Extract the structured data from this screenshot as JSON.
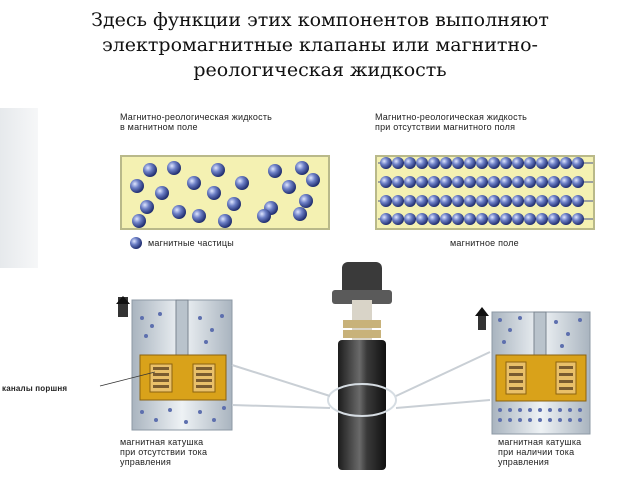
{
  "title": {
    "line1": "Здесь функции этих компонентов выполняют",
    "line2": "электромагнитные клапаны или магнитно-",
    "line3": "реологическая жидкость"
  },
  "labels": {
    "mrf_in_field_line1": "Магнитно-реологическая жидкость",
    "mrf_in_field_line2": "в магнитном поле",
    "mrf_no_field_line1": "Магнитно-реологическая жидкость",
    "mrf_no_field_line2": "при отсутствии магнитного поля",
    "magnetic_particles": "магнитные частицы",
    "magnetic_field": "магнитное поле",
    "piston_channels": "каналы поршня",
    "coil_off_line1": "магнитная катушка",
    "coil_off_line2": "при отсутствии тока",
    "coil_off_line3": "управления",
    "coil_on_line1": "магнитная катушка",
    "coil_on_line2": "при наличии тока",
    "coil_on_line3": "управления"
  },
  "colors": {
    "fluid_bg": "#f4f1b2",
    "particle": "#5b6fb0",
    "coil": "#d9a21a",
    "tube": "#cfd6dd"
  }
}
